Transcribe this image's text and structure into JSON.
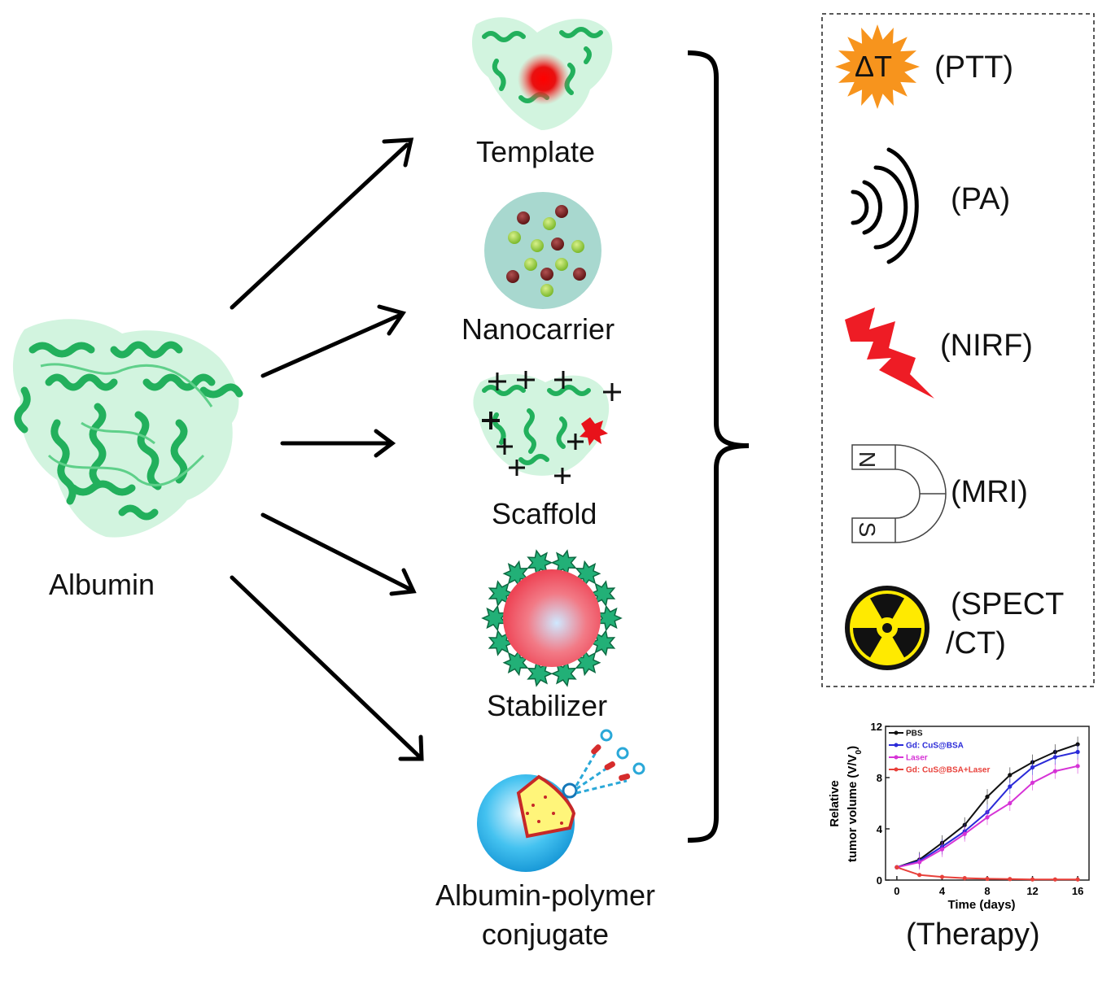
{
  "labels": {
    "albumin": "Albumin",
    "template": "Template",
    "nanocarrier": "Nanocarrier",
    "scaffold": "Scaffold",
    "stabilizer": "Stabilizer",
    "conjugate_line1": "Albumin-polymer",
    "conjugate_line2": "conjugate"
  },
  "modalities": {
    "ptt": "(PTT)",
    "ptt_symbol": "ΔT",
    "pa": "(PA)",
    "nirf": "(NIRF)",
    "mri": "(MRI)",
    "magnet_n": "N",
    "magnet_s": "S",
    "spect_line1": "(SPECT",
    "spect_line2": "/CT)",
    "therapy": "(Therapy)"
  },
  "icons": {
    "ptt": "starburst-icon",
    "pa": "sound-wave-icon",
    "nirf": "lightning-bolt-icon",
    "mri": "horseshoe-magnet-icon",
    "spect": "radiation-icon"
  },
  "colors": {
    "protein_green": "#2fbf6a",
    "ptt_orange": "#f7941d",
    "nirf_red": "#ee1c25",
    "radiation_yellow": "#ffea00",
    "stabilizer_core": "#ef4b5b",
    "nanocarrier_bg": "#a8d8cf"
  },
  "chart_data": {
    "type": "line",
    "xlabel": "Time (days)",
    "ylabel": "Relative tumor volume (V/V₀)",
    "ylabel_line1": "Relative",
    "ylabel_line2": "tumor volume (V/V",
    "ylabel_sub": "0",
    "ylabel_close": ")",
    "x": [
      0,
      2,
      4,
      6,
      8,
      10,
      12,
      14,
      16
    ],
    "xticks": [
      "0",
      "4",
      "8",
      "12",
      "16"
    ],
    "yticks": [
      "0",
      "4",
      "8",
      "12"
    ],
    "xlim": [
      -1,
      17
    ],
    "ylim": [
      0,
      12
    ],
    "legend_position": "top-left",
    "series": [
      {
        "name": "PBS",
        "color": "#111111",
        "values": [
          1.0,
          1.6,
          2.9,
          4.3,
          6.5,
          8.2,
          9.2,
          10.0,
          10.6
        ]
      },
      {
        "name": "Gd: CuS@BSA",
        "color": "#2a2ad8",
        "values": [
          1.0,
          1.5,
          2.6,
          3.8,
          5.3,
          7.3,
          8.8,
          9.6,
          10.0
        ]
      },
      {
        "name": "Laser",
        "color": "#d633d6",
        "values": [
          1.0,
          1.4,
          2.4,
          3.6,
          4.9,
          6.0,
          7.6,
          8.5,
          8.9
        ]
      },
      {
        "name": "Gd: CuS@BSA+Laser",
        "color": "#e8403a",
        "values": [
          1.0,
          0.4,
          0.25,
          0.15,
          0.1,
          0.08,
          0.05,
          0.05,
          0.05
        ]
      }
    ]
  }
}
